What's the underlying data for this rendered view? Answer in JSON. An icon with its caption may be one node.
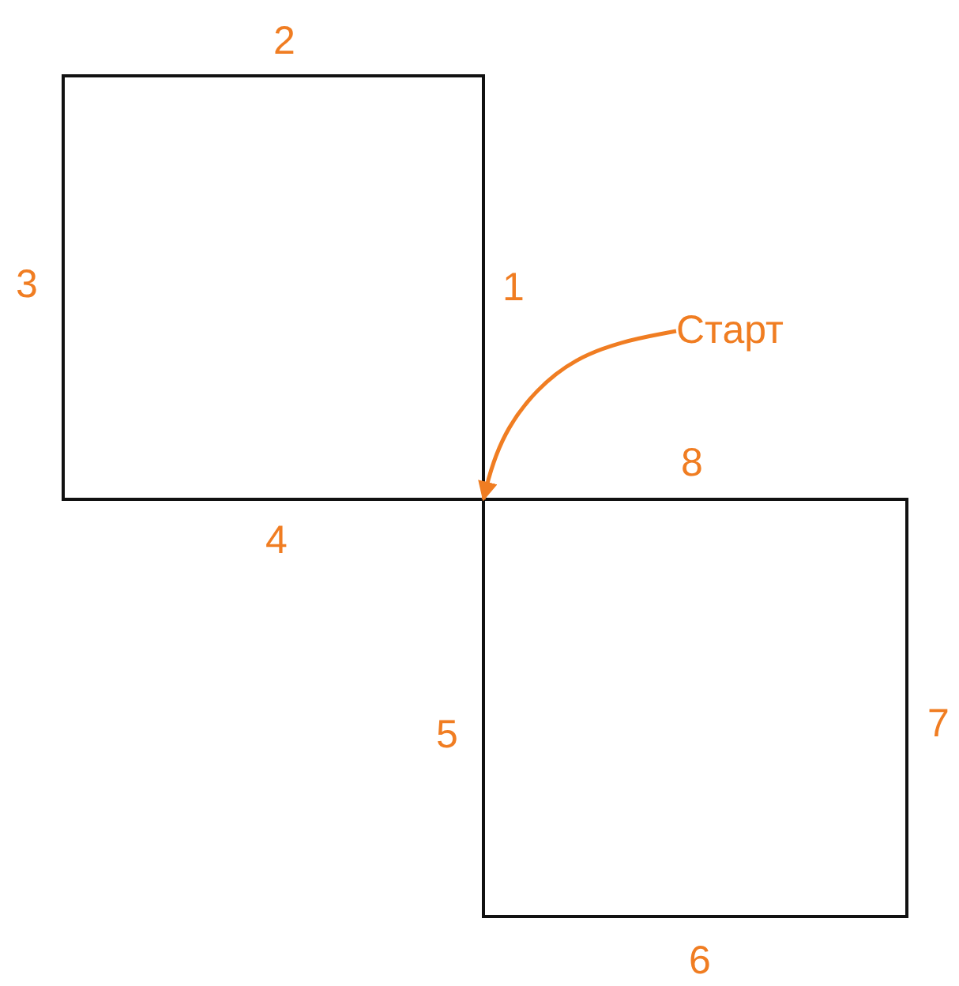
{
  "diagram": {
    "nodes": [
      {
        "text": [],
        "shape": "box"
      },
      {
        "text": [
          "Старт"
        ]
      },
      {
        "text": [],
        "shape": "box"
      }
    ],
    "edges": [
      {
        "from": 1,
        "to": 0,
        "arrow": "to"
      }
    ],
    "labels": [
      "2",
      "3",
      "1",
      "8",
      "4",
      "7",
      "5",
      "6"
    ]
  }
}
